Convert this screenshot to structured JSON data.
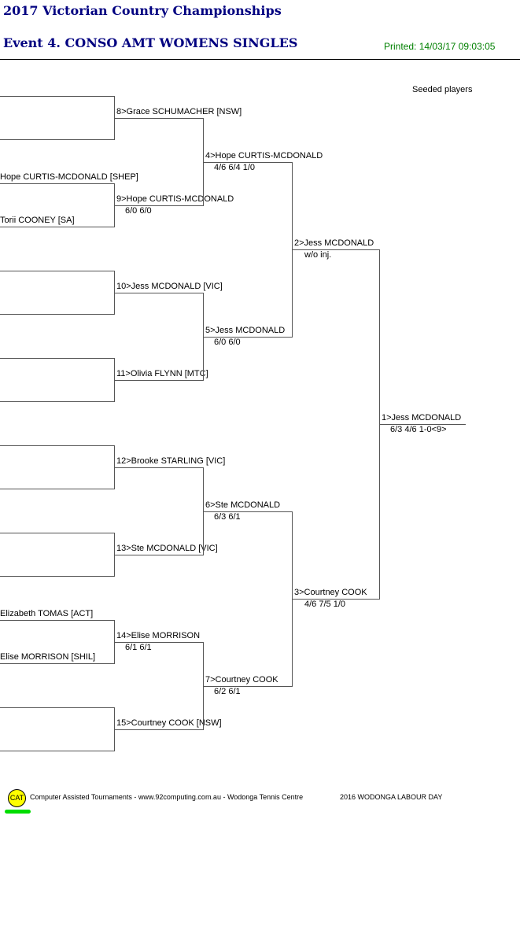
{
  "header": {
    "title": "2017 Victorian Country Championships",
    "event": "Event 4. CONSO AMT WOMENS SINGLES",
    "printed": "Printed: 14/03/17 09:03:05"
  },
  "legend": {
    "seeded": "Seeded players"
  },
  "round1": [
    {
      "top": "",
      "bottom": ""
    },
    {
      "top": "Hope CURTIS-MCDONALD [SHEP]",
      "bottom": "Torii COONEY [SA]"
    },
    {
      "top": "",
      "bottom": ""
    },
    {
      "top": "",
      "bottom": ""
    },
    {
      "top": "",
      "bottom": ""
    },
    {
      "top": "",
      "bottom": ""
    },
    {
      "top": "Elizabeth TOMAS [ACT]",
      "bottom": "Elise MORRISON [SHIL]"
    },
    {
      "top": "",
      "bottom": ""
    }
  ],
  "round2": [
    {
      "label": "8>Grace SCHUMACHER [NSW]",
      "score": ""
    },
    {
      "label": "9>Hope CURTIS-MCDONALD",
      "score": "6/0 6/0"
    },
    {
      "label": "10>Jess MCDONALD [VIC]",
      "score": ""
    },
    {
      "label": "11>Olivia FLYNN [MTC]",
      "score": ""
    },
    {
      "label": "12>Brooke STARLING [VIC]",
      "score": ""
    },
    {
      "label": "13>Ste MCDONALD [VIC]",
      "score": ""
    },
    {
      "label": "14>Elise MORRISON",
      "score": "6/1 6/1"
    },
    {
      "label": "15>Courtney COOK [NSW]",
      "score": ""
    }
  ],
  "round3": [
    {
      "label": "4>Hope CURTIS-MCDONALD",
      "score": "4/6 6/4 1/0"
    },
    {
      "label": "5>Jess MCDONALD",
      "score": "6/0 6/0"
    },
    {
      "label": "6>Ste MCDONALD",
      "score": "6/3 6/1"
    },
    {
      "label": "7>Courtney COOK",
      "score": "6/2 6/1"
    }
  ],
  "round4": [
    {
      "label": "2>Jess MCDONALD",
      "score": "w/o inj."
    },
    {
      "label": "3>Courtney COOK",
      "score": "4/6 7/5 1/0"
    }
  ],
  "final": {
    "label": "1>Jess MCDONALD",
    "score": "6/3 4/6 1-0<9>"
  },
  "footer": {
    "logo": "CAT",
    "credit": "Computer Assisted Tournaments - www.92computing.com.au -  Wodonga Tennis Centre",
    "event_name": "2016 WODONGA LABOUR DAY"
  }
}
